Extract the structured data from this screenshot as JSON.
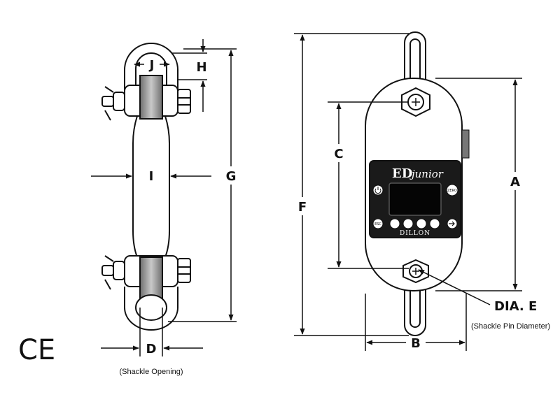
{
  "labels": {
    "J": "J",
    "H": "H",
    "I": "I",
    "G": "G",
    "D": "D",
    "C": "C",
    "F": "F",
    "A": "A",
    "B": "B",
    "dia_e": "DIA. E"
  },
  "captions": {
    "shackle_opening": "(Shackle Opening)",
    "shackle_pin_diameter": "(Shackle Pin Diameter)"
  },
  "device": {
    "brand_main": "ED",
    "brand_sub": "junior",
    "maker": "DILLON",
    "btn_zero": "ZERO",
    "btn_esc": "ESC"
  },
  "ce_mark": "CE",
  "colors": {
    "ink": "#111111",
    "panel": "#1a1a1a",
    "screen": "#050505",
    "link_shade": "#8a8a8a"
  }
}
